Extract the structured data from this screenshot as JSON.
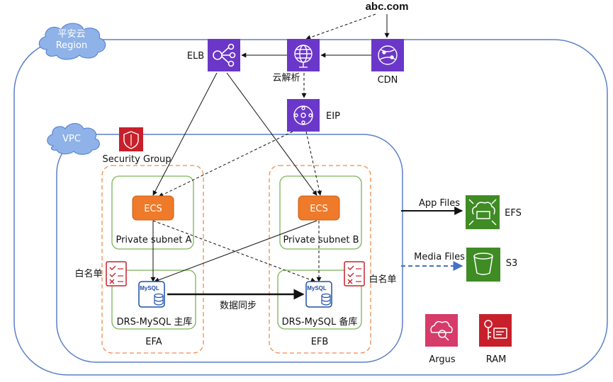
{
  "domain_labels": {
    "top": "abc.com",
    "region": "平安云 Region",
    "region_line1": "平安云",
    "region_line2": "Region",
    "vpc": "VPC"
  },
  "services": {
    "elb": "ELB",
    "dns": "云解析",
    "cdn": "CDN",
    "eip": "EIP",
    "security_group": "Security Group",
    "efs": "EFS",
    "s3": "S3",
    "argus": "Argus",
    "ram": "RAM"
  },
  "zones": {
    "a": {
      "ecs": "ECS",
      "subnet": "Private subnet A",
      "db": "DRS-MySQL 主库",
      "az": "EFA",
      "whitelist": "白名单"
    },
    "b": {
      "ecs": "ECS",
      "subnet": "Private subnet B",
      "db": "DRS-MySQL 备库",
      "az": "EFB",
      "whitelist": "白名单"
    }
  },
  "edges": {
    "sync": "数据同步",
    "app_files": "App Files",
    "media_files": "Media Files"
  },
  "db_badge": "MySQL",
  "colors": {
    "region_border": "#5b7fc7",
    "purple": "#6b37c9",
    "green_service": "#3f8b24",
    "pink_service": "#d63b6a",
    "red_service": "#c7202b",
    "ecs_orange": "#ee7a2a",
    "subnet_green": "#79b456",
    "az_dashed_orange": "#ee8b4b",
    "media_arrow": "#4472c4"
  }
}
